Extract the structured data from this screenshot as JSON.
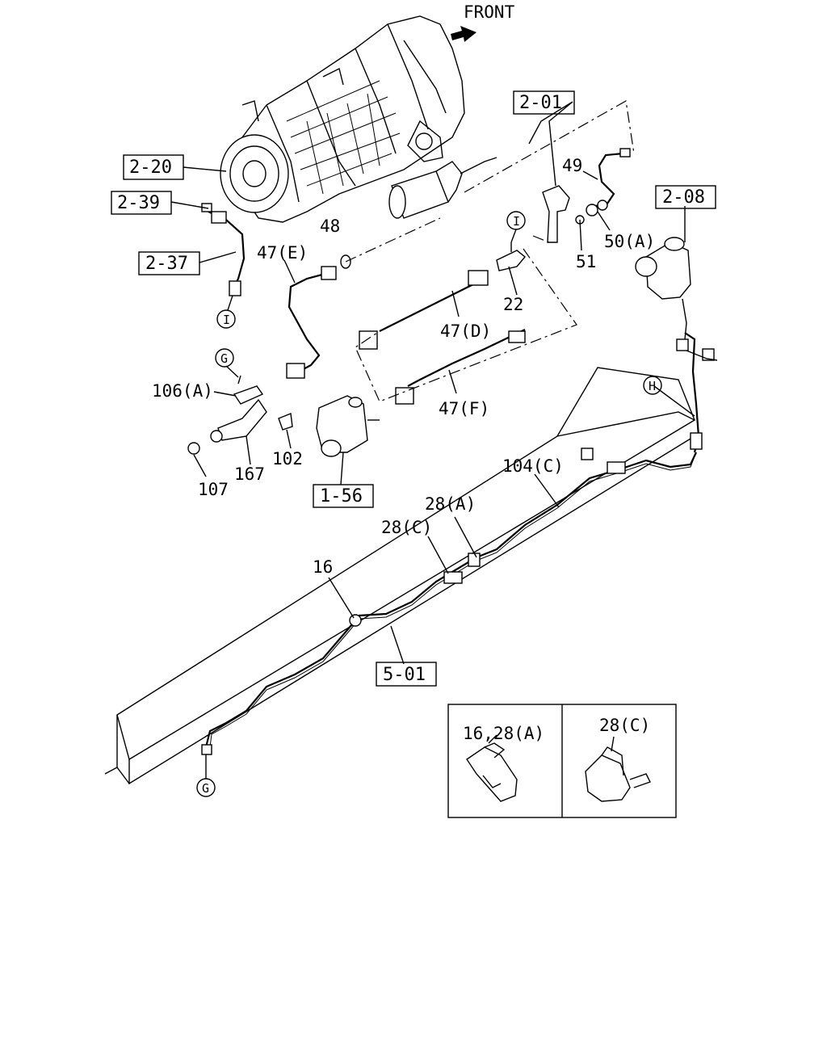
{
  "front_label": "FRONT",
  "ref_boxes": {
    "r_2_20": "2-20",
    "r_2_39": "2-39",
    "r_2_37": "2-37",
    "r_2_01": "2-01",
    "r_2_08": "2-08",
    "r_1_56": "1-56",
    "r_5_01": "5-01"
  },
  "labels": {
    "p49": "49",
    "p48": "48",
    "p47e": "47(E)",
    "p50a": "50(A)",
    "p51": "51",
    "p22": "22",
    "p47d": "47(D)",
    "p47f": "47(F)",
    "p106a": "106(A)",
    "p102": "102",
    "p167": "167",
    "p107": "107",
    "p104c": "104(C)",
    "p28a": "28(A)",
    "p28c": "28(C)",
    "p16": "16"
  },
  "connectors": {
    "i_top": "I",
    "i_left": "I",
    "g_top": "G",
    "g_bottom": "G",
    "h": "H"
  },
  "inset": {
    "left_label": "16,28(A)",
    "right_label": "28(C)"
  }
}
